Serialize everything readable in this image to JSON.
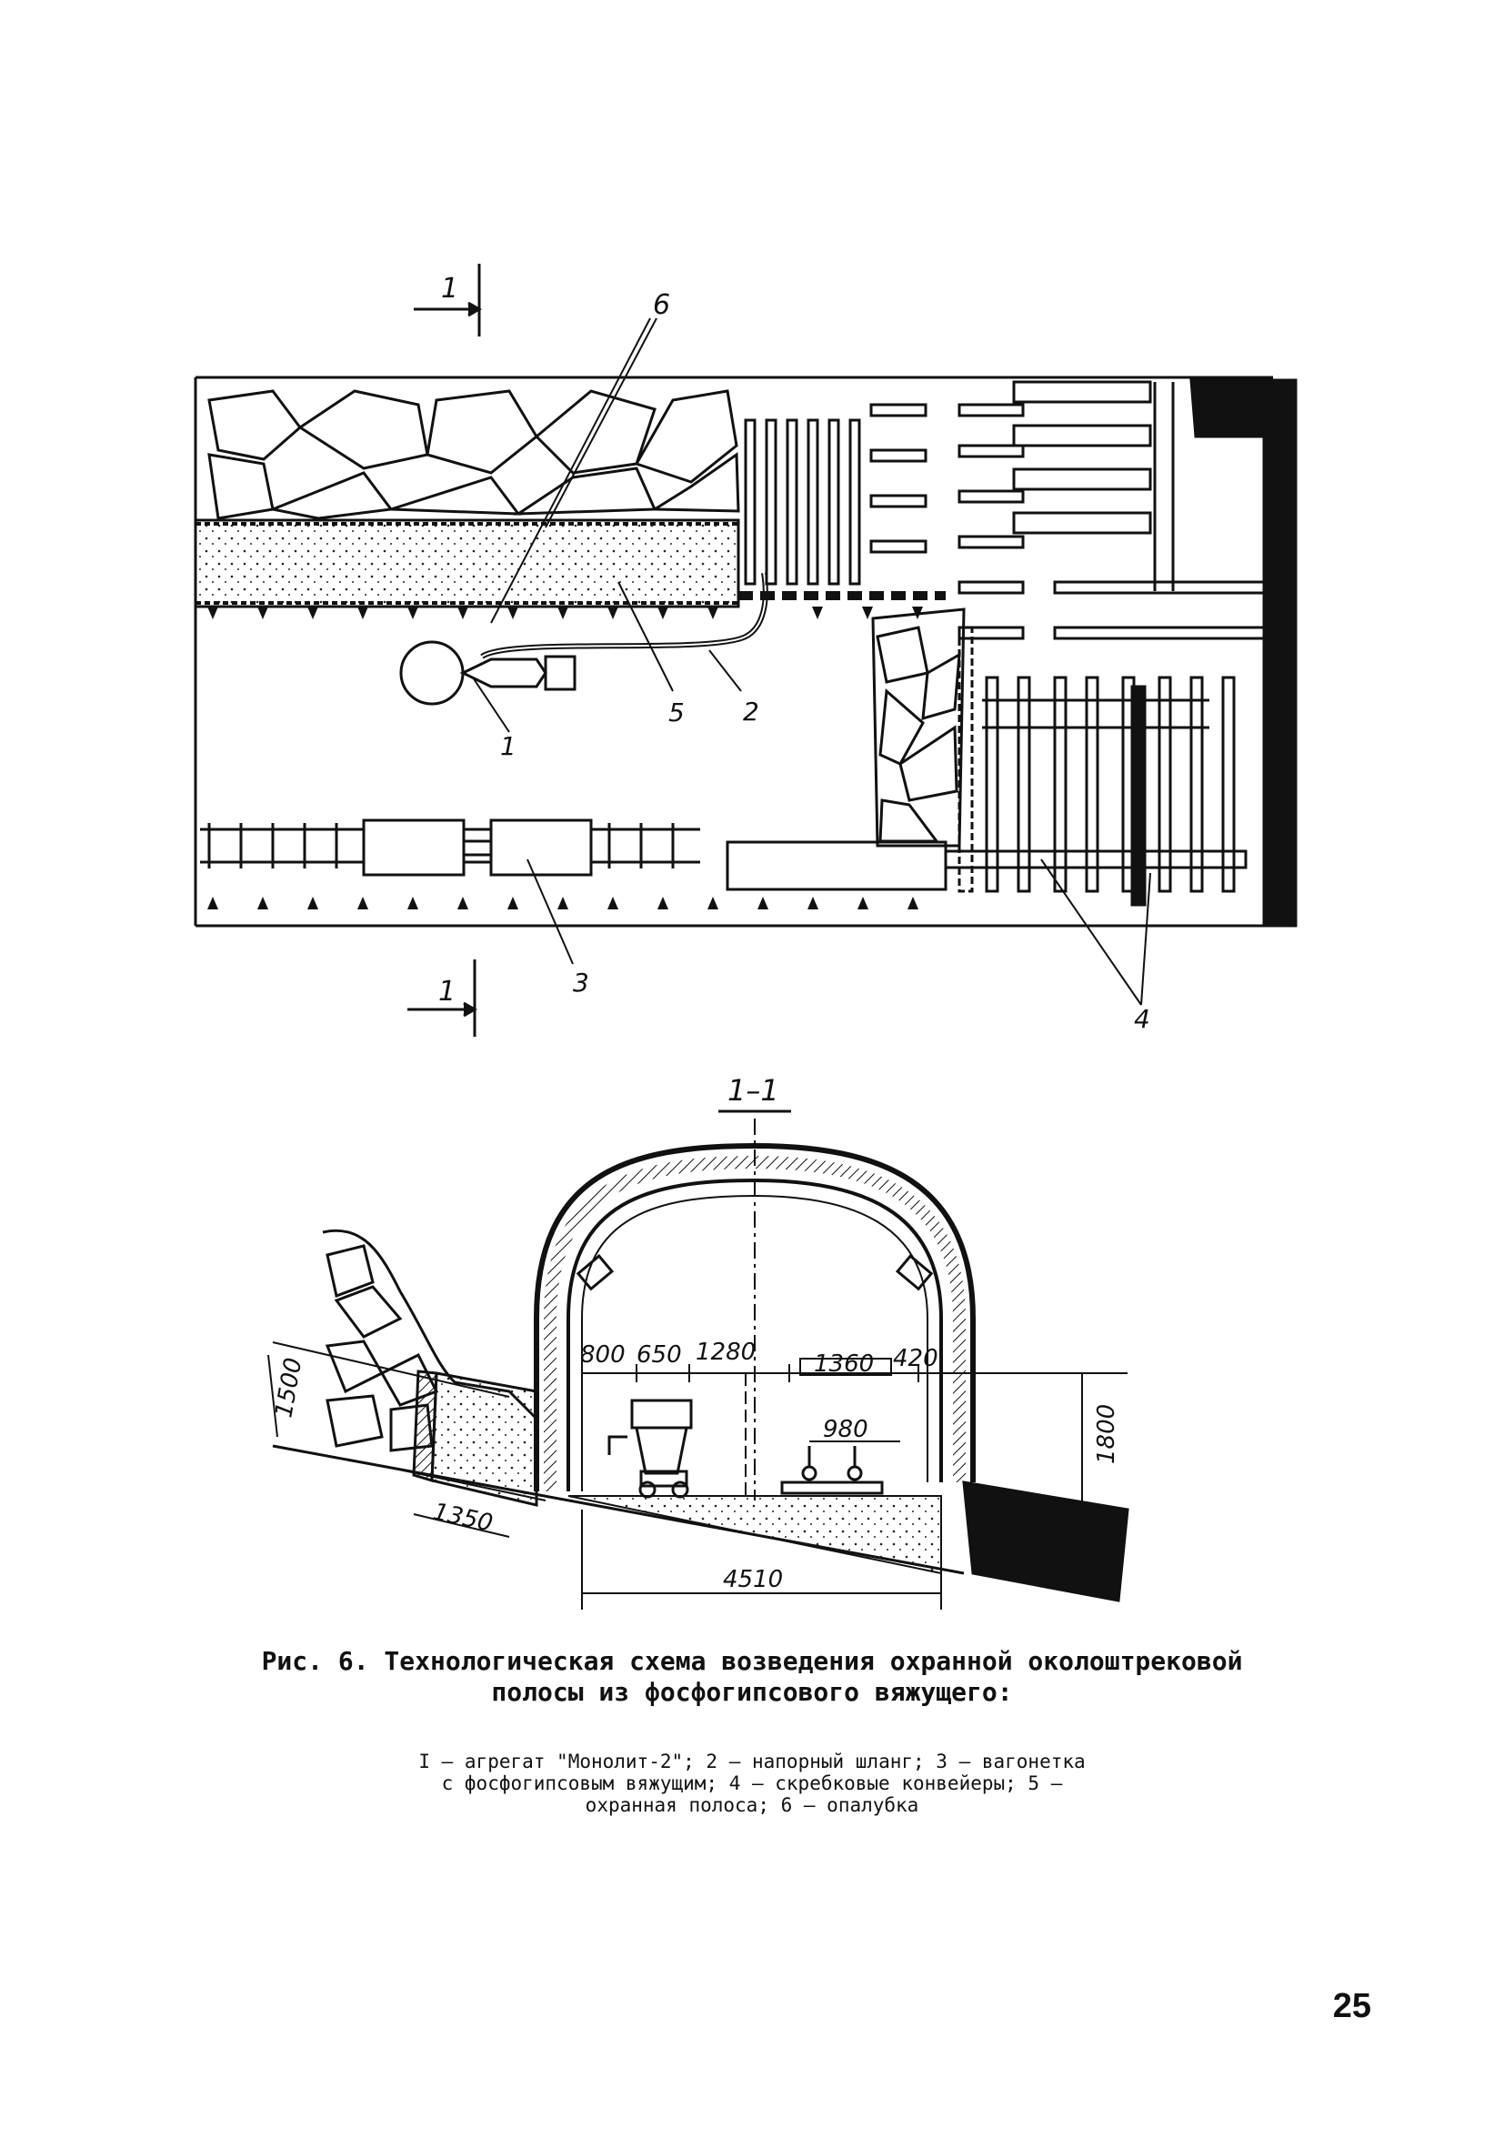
{
  "figure": {
    "section_marker": "1",
    "section_title": "1–1",
    "callouts": [
      "1",
      "2",
      "3",
      "4",
      "5",
      "6"
    ],
    "dimensions": {
      "d800": "800",
      "d650": "650",
      "d1280": "1280",
      "d1360": "1360",
      "d420": "420",
      "d980": "980",
      "d1500": "1500",
      "d1350": "1350",
      "d1800": "1800",
      "d4510": "4510"
    }
  },
  "caption": {
    "title_line1": "Рис. 6. Технологическая схема возведения охранной околоштрековой",
    "title_line2": "полосы из фосфогипсового вяжущего:",
    "legend_line1": "I – агрегат \"Монолит-2\"; 2 – напорный шланг; 3 – вагонетка",
    "legend_line2": "с фосфогипсовым вяжущим; 4 – скребковые конвейеры; 5 –",
    "legend_line3": "охранная полоса; 6 – опалубка"
  },
  "page_number": "25"
}
